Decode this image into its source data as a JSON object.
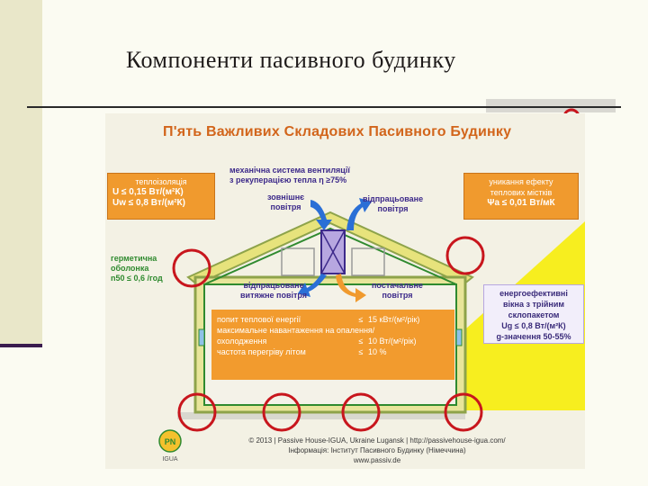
{
  "slide": {
    "title": "Компоненти пасивного будинку"
  },
  "poster": {
    "title": "П'ять Важливих Складових Пасивного Будинку",
    "insulation": {
      "heading": "теплоізоляція",
      "u_wall": "U  ≤ 0,15 Вт/(м²К)",
      "u_window": "Uw ≤ 0,8 Вт/(м²К)"
    },
    "ventilation": {
      "line1": "механічна система вентиляції",
      "line2": "з рекуперацією тепла  η ≥75%"
    },
    "outdoor_air": {
      "line1": "зовнішнє",
      "line2": "повітря"
    },
    "exhaust_air_top": {
      "line1": "відпрацьоване",
      "line2": "повітря"
    },
    "thermal_bridges": {
      "line1": "уникання ефекту",
      "line2": "теплових містків",
      "line3": "Ψa ≤ 0,01 Вт/мК"
    },
    "airtight": {
      "line1": "герметична",
      "line2": "оболонка",
      "line3": "n50 ≤ 0,6 /год"
    },
    "extract_air": {
      "line1": "відпрацьоване",
      "line2": "витяжне повітря"
    },
    "supply_air": {
      "line1": "постачальне",
      "line2": "повітря"
    },
    "windows": {
      "line1": "енергоефективні",
      "line2": "вікна з трійним",
      "line3": "склопакетом",
      "line4": "Ug ≤ 0,8 Вт/(м²К)",
      "line5": "g-значення 50-55%"
    },
    "requirements": {
      "r1_label": "попит теплової енергії",
      "r1_op": "≤",
      "r1_value": "15  кВт/(м²/рік)",
      "r2_label": "максимальне навантаження на опалення/",
      "r3_label": "охолодження",
      "r3_op": "≤",
      "r3_value": "10   Вт/(м²/рік)",
      "r4_label": "частота перегріву літом",
      "r4_op": "≤",
      "r4_value": "10 %"
    },
    "footer": {
      "line1": "© 2013 | Passive House-IGUA, Ukraine Lugansk | http://passivehouse-igua.com/",
      "line2": "Інформація: Інститут Пасивного Будинку (Німеччина)",
      "line3": "www.passiv.de"
    },
    "logo_text": "PN",
    "logo_sub": "IGUA"
  },
  "colors": {
    "orange": "#f09a2e",
    "green": "#2f8a2f",
    "red": "#c8161d",
    "purple": "#3d2a8a",
    "title_orange": "#d2651b",
    "blue": "#2a6fd6"
  }
}
